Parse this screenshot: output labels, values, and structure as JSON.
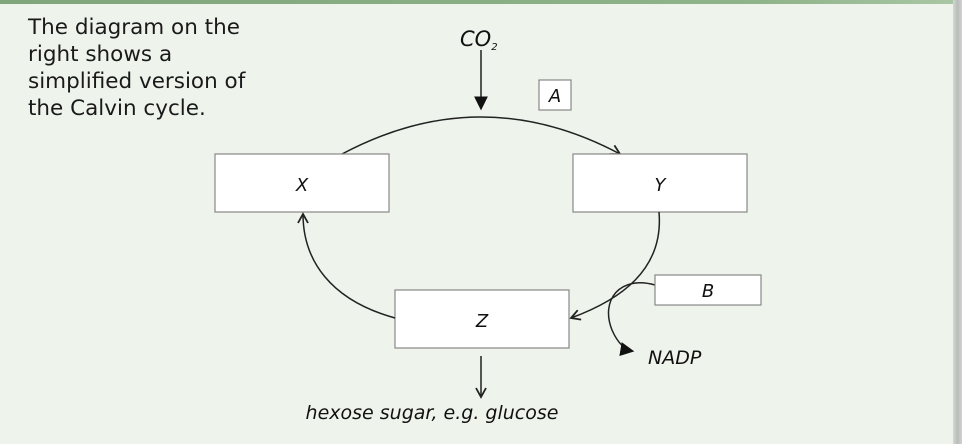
{
  "panel": {
    "intro_text": "The diagram on the right shows a simplified version of the Calvin cycle.",
    "accent_color": "#7ea67a",
    "background_color": "#eef3ec"
  },
  "diagram": {
    "title": "Simplified Calvin cycle",
    "inputs": {
      "co2_label": "CO",
      "co2_subscript": "2"
    },
    "boxes": {
      "x": "X",
      "y": "Y",
      "z": "Z",
      "a": "A",
      "b": "B"
    },
    "outputs": {
      "nadp_label": "NADP",
      "product_label": "hexose sugar, e.g. glucose"
    },
    "flows": [
      {
        "from": "CO2",
        "to": "cycle"
      },
      {
        "from": "X",
        "to": "Y",
        "via": "A"
      },
      {
        "from": "Y",
        "to": "Z",
        "via": "B"
      },
      {
        "from": "B",
        "to": "NADP"
      },
      {
        "from": "Z",
        "to": "X"
      },
      {
        "from": "Z",
        "to": "hexose sugar, e.g. glucose"
      }
    ]
  }
}
